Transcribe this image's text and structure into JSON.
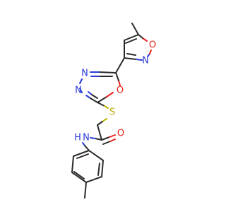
{
  "molecule": {
    "atoms": {
      "isoxazole_O": "O",
      "isoxazole_N": "N",
      "oxadiazole_N1": "N",
      "oxadiazole_N2": "N",
      "oxadiazole_O": "O",
      "thioether_S": "S",
      "carbonyl_O": "O",
      "amide_N": "N",
      "amide_H": "H"
    },
    "colors": {
      "carbon_bond": "#2b2b2b",
      "nitrogen": "#2a3bd9",
      "oxygen": "#e8231a",
      "sulfur": "#b8ad00"
    }
  }
}
